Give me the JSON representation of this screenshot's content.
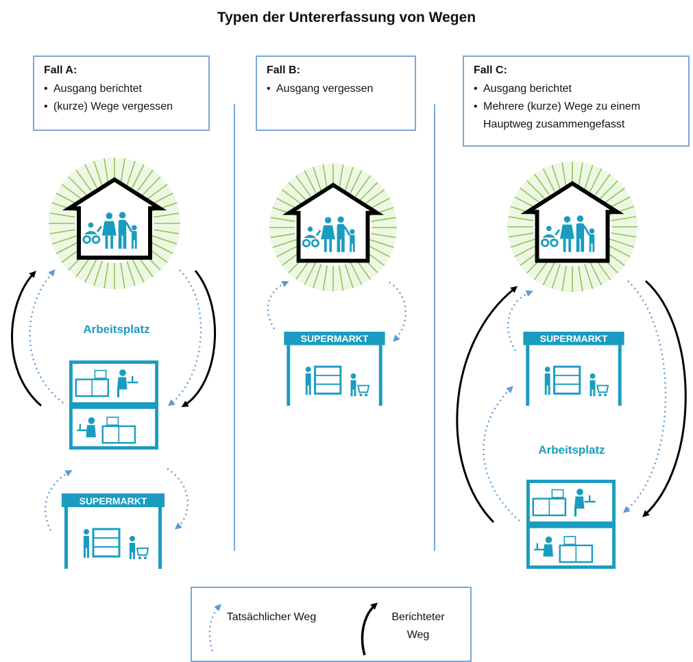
{
  "title": "Typen der Untererfassung von Wegen",
  "cases": [
    {
      "heading": "Fall A:",
      "bullets": [
        "Ausgang berichtet",
        "(kurze) Wege vergessen"
      ]
    },
    {
      "heading": "Fall B:",
      "bullets": [
        "Ausgang vergessen"
      ]
    },
    {
      "heading": "Fall C:",
      "bullets": [
        "Ausgang berichtet",
        "Mehrere (kurze) Wege zu einem Hauptweg zusammengefasst"
      ]
    }
  ],
  "places": {
    "workplace": "Arbeitsplatz",
    "supermarket": "SUPERMARKT"
  },
  "legend": {
    "actual": "Tatsächlicher Weg",
    "reported": "Berichteter Weg"
  },
  "colors": {
    "teal": "#1a9cc0",
    "box_border": "#7aa7d6",
    "dotted_arrow": "#5b9bd5",
    "solid_arrow": "#000000",
    "burst_green": "#7cc242"
  }
}
